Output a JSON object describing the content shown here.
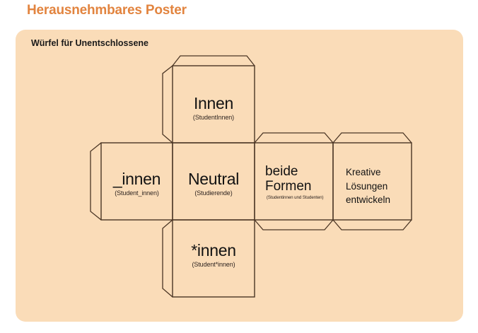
{
  "page": {
    "title": "Herausnehmbares Poster",
    "title_color": "#e2843f",
    "background_color": "#ffffff"
  },
  "card": {
    "heading": "Würfel für Unentschlossene",
    "background_color": "#fadcb8",
    "stroke_color": "#4a3524"
  },
  "net": {
    "description": "cube-net-cross-layout",
    "faces": [
      {
        "id": "top",
        "position": "top",
        "main": "Innen",
        "sub": "(StudentInnen)"
      },
      {
        "id": "left",
        "position": "middle-left",
        "main": "_innen",
        "sub": "(Student_innen)"
      },
      {
        "id": "center",
        "position": "middle-center",
        "main": "Neutral",
        "sub": "(Studierende)"
      },
      {
        "id": "right",
        "position": "middle-right",
        "main_line1": "beide",
        "main_line2": "Formen",
        "sub": "(Studentinnen und Studenten)"
      },
      {
        "id": "far-right",
        "position": "middle-far-right",
        "line1": "Kreative",
        "line2": "Lösungen",
        "line3": "entwickeln"
      },
      {
        "id": "bottom",
        "position": "bottom",
        "main": "*innen",
        "sub": "(Student*innen)"
      }
    ]
  }
}
